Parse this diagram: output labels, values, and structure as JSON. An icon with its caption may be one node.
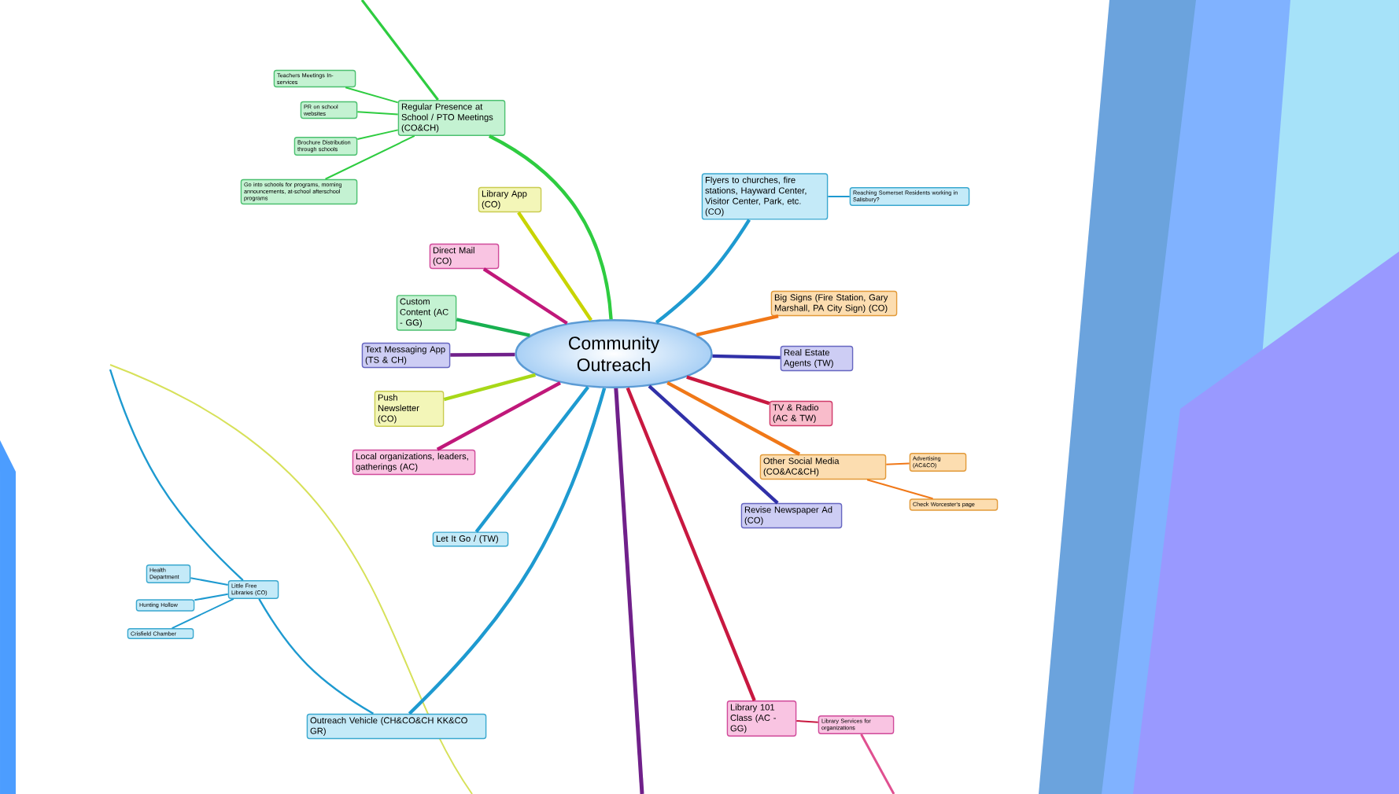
{
  "diagram": {
    "nodes": [
      {
        "text": [
          "Community Outreach"
        ]
      },
      {
        "text": [
          "Regular Presence at School / PTO Meetings (CO&CH)"
        ]
      },
      {
        "text": [
          "Teachers Meetings In-services"
        ]
      },
      {
        "text": [
          "PR on school websites"
        ]
      },
      {
        "text": [
          "Brochure Distribution through schools"
        ]
      },
      {
        "text": [
          "Go into schools for programs, morning announcements, at-school afterschool programs"
        ]
      },
      {
        "text": [
          "Library App (CO)"
        ]
      },
      {
        "text": [
          "Flyers to churches, fire stations, Hayward Center, Visitor Center, Park, etc. (CO)"
        ]
      },
      {
        "text": [
          "Reaching Somerset Residents working in Salisbury?"
        ]
      },
      {
        "text": [
          "Direct Mail (CO)"
        ]
      },
      {
        "text": [
          "Big Signs (Fire Station, Gary Marshall, PA City Sign) (CO)"
        ]
      },
      {
        "text": [
          "Custom Content (AC - GG)"
        ]
      },
      {
        "text": [
          "Real Estate Agents (TW)"
        ]
      },
      {
        "text": [
          "Text Messaging App (TS & CH)"
        ]
      },
      {
        "text": [
          "Push Newsletter (CO)"
        ]
      },
      {
        "text": [
          "TV & Radio (AC & TW)"
        ]
      },
      {
        "text": [
          "Local organizations, leaders, gatherings (AC)"
        ]
      },
      {
        "text": [
          "Other Social Media (CO&AC&CH)"
        ]
      },
      {
        "text": [
          "Advertising (AC&CO)"
        ]
      },
      {
        "text": [
          "Check Worcester's page"
        ]
      },
      {
        "text": [
          "Let It Go / (TW)"
        ]
      },
      {
        "text": [
          "Revise Newspaper Ad (CO)"
        ]
      },
      {
        "text": [
          "Health Department"
        ]
      },
      {
        "text": [
          "Hunting Hollow"
        ]
      },
      {
        "text": [
          "Crisfield Chamber"
        ]
      },
      {
        "text": [
          "Little Free Libraries (CO)"
        ]
      },
      {
        "text": [
          "Outreach Vehicle (CH&CO&CH KK&CO GR)"
        ]
      },
      {
        "text": [
          "Library 101 Class (AC - GG)"
        ]
      },
      {
        "text": [
          "Library Services for organizations"
        ]
      }
    ],
    "edges": [
      {
        "from": 0,
        "to": 1,
        "arrow": "none",
        "color": "#2ecc40"
      },
      {
        "from": 1,
        "to": 2,
        "arrow": "none",
        "color": "#2ecc40"
      },
      {
        "from": 1,
        "to": 3,
        "arrow": "none",
        "color": "#2ecc40"
      },
      {
        "from": 1,
        "to": 4,
        "arrow": "none",
        "color": "#2ecc40"
      },
      {
        "from": 1,
        "to": 5,
        "arrow": "none",
        "color": "#2ecc40"
      },
      {
        "from": 1,
        "to": null,
        "arrow": "none",
        "color": "#2ecc40"
      },
      {
        "from": 0,
        "to": 6,
        "arrow": "none",
        "color": "#c8d400"
      },
      {
        "from": 0,
        "to": 7,
        "arrow": "none",
        "color": "#1e9ad0"
      },
      {
        "from": 7,
        "to": 8,
        "arrow": "none",
        "color": "#1e9ad0"
      },
      {
        "from": 0,
        "to": 9,
        "arrow": "none",
        "color": "#c0187a"
      },
      {
        "from": 0,
        "to": 10,
        "arrow": "none",
        "color": "#f07818"
      },
      {
        "from": 0,
        "to": 11,
        "arrow": "none",
        "color": "#18b050"
      },
      {
        "from": 0,
        "to": 12,
        "arrow": "none",
        "color": "#3030a8"
      },
      {
        "from": 0,
        "to": 13,
        "arrow": "none",
        "color": "#70208a"
      },
      {
        "from": 0,
        "to": 14,
        "arrow": "none",
        "color": "#a8d818"
      },
      {
        "from": 0,
        "to": 15,
        "arrow": "none",
        "color": "#c81840"
      },
      {
        "from": 0,
        "to": 16,
        "arrow": "none",
        "color": "#c0187a"
      },
      {
        "from": 0,
        "to": 17,
        "arrow": "none",
        "color": "#f07818"
      },
      {
        "from": 17,
        "to": 18,
        "arrow": "none",
        "color": "#f07818"
      },
      {
        "from": 17,
        "to": 19,
        "arrow": "none",
        "color": "#f07818"
      },
      {
        "from": 0,
        "to": 20,
        "arrow": "none",
        "color": "#1e9ad0"
      },
      {
        "from": 0,
        "to": 21,
        "arrow": "none",
        "color": "#3030a8"
      },
      {
        "from": 25,
        "to": 22,
        "arrow": "none",
        "color": "#1e9ad0"
      },
      {
        "from": 25,
        "to": 23,
        "arrow": "none",
        "color": "#1e9ad0"
      },
      {
        "from": 25,
        "to": 24,
        "arrow": "none",
        "color": "#1e9ad0"
      },
      {
        "from": null,
        "to": 25,
        "arrow": "none",
        "color": "#1e9ad0"
      },
      {
        "from": 25,
        "to": 26,
        "arrow": "none",
        "color": "#1e9ad0"
      },
      {
        "from": 0,
        "to": 26,
        "arrow": "none",
        "color": "#1e9ad0"
      },
      {
        "from": 0,
        "to": 27,
        "arrow": "none",
        "color": "#c81840"
      },
      {
        "from": 27,
        "to": 28,
        "arrow": "none",
        "color": "#c81840"
      },
      {
        "from": 28,
        "to": null,
        "arrow": "none",
        "color": "#e05090"
      },
      {
        "from": 0,
        "to": null,
        "arrow": "none",
        "color": "#70208a"
      }
    ]
  }
}
